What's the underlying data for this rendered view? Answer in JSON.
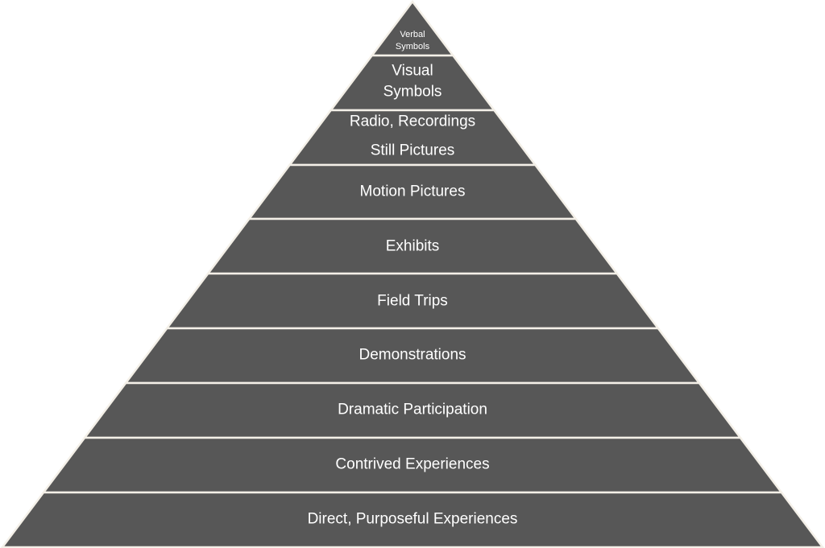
{
  "diagram": {
    "type": "pyramid",
    "fill_color": "#575757",
    "separator_color": "#f4f0e8",
    "text_color": "#ffffff",
    "tiers_top_to_bottom": [
      {
        "lines": [
          "Verbal",
          "Symbols"
        ]
      },
      {
        "lines": [
          "Visual",
          "Symbols"
        ]
      },
      {
        "lines": [
          "Radio, Recordings",
          "Still Pictures"
        ]
      },
      {
        "lines": [
          "Motion Pictures"
        ]
      },
      {
        "lines": [
          "Exhibits"
        ]
      },
      {
        "lines": [
          "Field Trips"
        ]
      },
      {
        "lines": [
          "Demonstrations"
        ]
      },
      {
        "lines": [
          "Dramatic Participation"
        ]
      },
      {
        "lines": [
          "Contrived Experiences"
        ]
      },
      {
        "lines": [
          "Direct, Purposeful Experiences"
        ]
      }
    ]
  }
}
